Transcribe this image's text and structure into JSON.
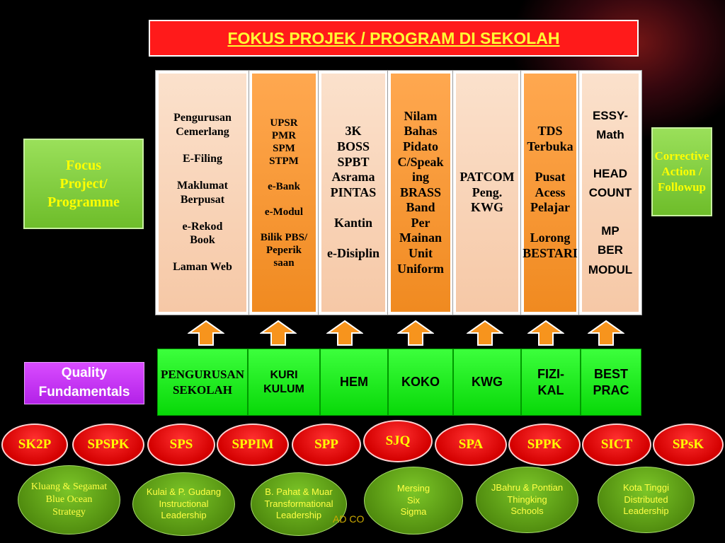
{
  "title": "FOKUS PROJEK / PROGRAM  DI SEKOLAH",
  "focus_label": "Focus\nProject/\nProgramme",
  "corrective_label": "Corrective\nAction /\nFollowup",
  "quality_label": "Quality\nFundamentals",
  "columns": [
    {
      "text": "Pengurusan\nCemerlang\n\nE-Filing\n\nMaklumat\nBerpusat\n\ne-Rekod\nBook\n\nLaman Web"
    },
    {
      "text": "UPSR\nPMR\nSPM\nSTPM\n\ne-Bank\n\ne-Modul\n\nBilik PBS/\nPeperik\nsaan"
    },
    {
      "text": "3K\nBOSS\nSPBT\nAsrama\nPINTAS\n\nKantin\n\ne-Disiplin"
    },
    {
      "text": "Nilam\nBahas\nPidato\nC/Speak\ning\nBRASS\nBand\nPer\nMainan\nUnit\nUniform"
    },
    {
      "text": "PATCOM\nPeng.\nKWG"
    },
    {
      "text": "TDS\nTerbuka\n\nPusat\nAcess\nPelajar\n\nLorong\nBESTARI"
    },
    {
      "text": "ESSY-\nMath\n\nHEAD\nCOUNT\n\nMP\nBER\nMODUL"
    }
  ],
  "fundamentals": [
    {
      "text": "PENGURUSAN\nSEKOLAH"
    },
    {
      "text": "KURI\nKULUM"
    },
    {
      "text": "HEM"
    },
    {
      "text": "KOKO"
    },
    {
      "text": "KWG"
    },
    {
      "text": "FIZI-\nKAL"
    },
    {
      "text": "BEST\nPRAC"
    }
  ],
  "red_ovals": [
    "SK2P",
    "SPSPK",
    "SPS",
    "SPPIM",
    "SPP",
    "SJQ",
    "SPA",
    "SPPK",
    "SICT",
    "SPsK"
  ],
  "districts": [
    {
      "text": "Kluang & Segamat\nBlue Ocean\nStrategy"
    },
    {
      "text": "Kulai & P. Gudang\nInstructional\nLeadership"
    },
    {
      "text": "B. Pahat & Muar\nTransformational\nLeadership"
    },
    {
      "text": "Mersing\nSix\nSigma"
    },
    {
      "text": "JBahru & Pontian\nThingking\nSchools"
    },
    {
      "text": "Kota Tinggi\nDistributed\nLeadership"
    }
  ],
  "footer": "AD CO",
  "colors": {
    "title_bg": "#ff1a1a",
    "title_text": "#ffff33",
    "peach": "#f9d6b9",
    "orange": "#f7941d",
    "green": "#22ee22",
    "red_oval": "#e00000",
    "district": "#5e9e16",
    "quality": "#cc33ff",
    "focus": "#86d23c"
  }
}
